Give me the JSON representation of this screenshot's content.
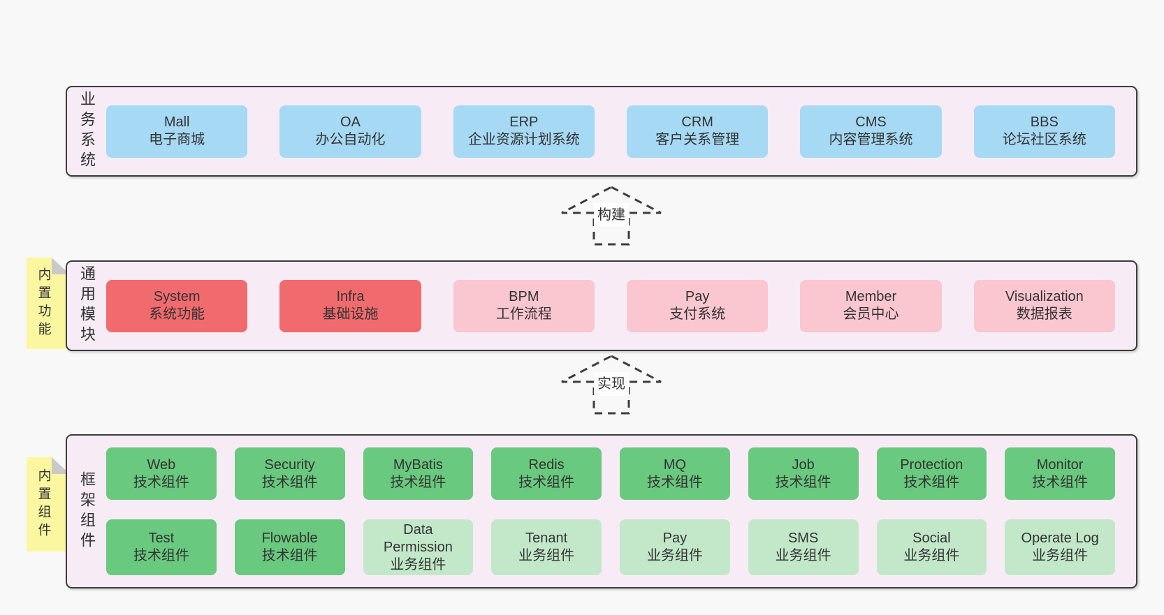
{
  "colors": {
    "page_bg": "#f8f8f8",
    "panel_bg": "#f7ecf6",
    "panel_border": "#3b3b3b",
    "blue_box": "#a6d9f3",
    "red_box": "#f16b6e",
    "pink_box": "#fac6d0",
    "green_box": "#69c97e",
    "light_green_box": "#c2e8c9",
    "note_bg": "#fbf7a0",
    "note_fold": "#c9c9c9",
    "arrow_stroke": "#3d3d3d",
    "text": "#333333"
  },
  "arrows": {
    "build": "构建",
    "implement": "实现"
  },
  "panels": {
    "business": {
      "label": "业务系统",
      "boxes": [
        {
          "title": "Mall",
          "subtitle": "电子商城"
        },
        {
          "title": "OA",
          "subtitle": "办公自动化"
        },
        {
          "title": "ERP",
          "subtitle": "企业资源计划系统"
        },
        {
          "title": "CRM",
          "subtitle": "客户关系管理"
        },
        {
          "title": "CMS",
          "subtitle": "内容管理系统"
        },
        {
          "title": "BBS",
          "subtitle": "论坛社区系统"
        }
      ]
    },
    "modules": {
      "label": "通用模块",
      "note": "内置功能",
      "boxes": [
        {
          "title": "System",
          "subtitle": "系统功能"
        },
        {
          "title": "Infra",
          "subtitle": "基础设施"
        },
        {
          "title": "BPM",
          "subtitle": "工作流程"
        },
        {
          "title": "Pay",
          "subtitle": "支付系统"
        },
        {
          "title": "Member",
          "subtitle": "会员中心"
        },
        {
          "title": "Visualization",
          "subtitle": "数据报表"
        }
      ]
    },
    "framework": {
      "label": "框架组件",
      "note": "内置组件",
      "row1": [
        {
          "title": "Web",
          "subtitle": "技术组件"
        },
        {
          "title": "Security",
          "subtitle": "技术组件"
        },
        {
          "title": "MyBatis",
          "subtitle": "技术组件"
        },
        {
          "title": "Redis",
          "subtitle": "技术组件"
        },
        {
          "title": "MQ",
          "subtitle": "技术组件"
        },
        {
          "title": "Job",
          "subtitle": "技术组件"
        },
        {
          "title": "Protection",
          "subtitle": "技术组件"
        },
        {
          "title": "Monitor",
          "subtitle": "技术组件"
        }
      ],
      "row2": [
        {
          "title": "Test",
          "subtitle": "技术组件"
        },
        {
          "title": "Flowable",
          "subtitle": "技术组件"
        },
        {
          "title": "Data Permission",
          "subtitle": "业务组件"
        },
        {
          "title": "Tenant",
          "subtitle": "业务组件"
        },
        {
          "title": "Pay",
          "subtitle": "业务组件"
        },
        {
          "title": "SMS",
          "subtitle": "业务组件"
        },
        {
          "title": "Social",
          "subtitle": "业务组件"
        },
        {
          "title": "Operate Log",
          "subtitle": "业务组件"
        }
      ]
    }
  }
}
